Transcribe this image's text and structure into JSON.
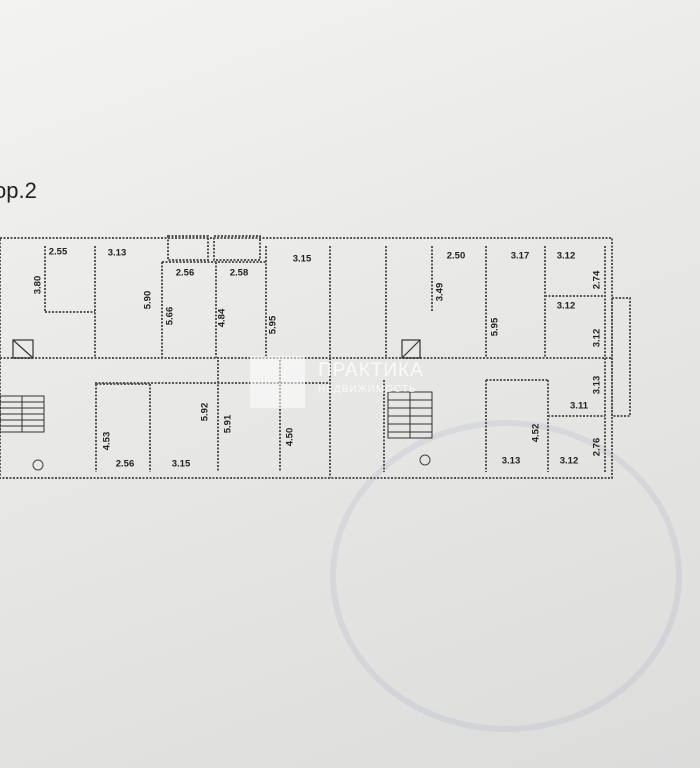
{
  "title": "ор.2",
  "watermark": {
    "line1": "ПРАКТИКА",
    "line2": "НЕДВИЖИМОСТЬ"
  },
  "dimensions": [
    "2.55",
    "3.13",
    "2.56",
    "2.58",
    "3.15",
    "2.50",
    "3.17",
    "3.12",
    "3.12",
    "3.80",
    "5.90",
    "5.66",
    "4.84",
    "5.95",
    "3.49",
    "5.95",
    "2.74",
    "3.12",
    "3.13",
    "3.11",
    "4.53",
    "2.56",
    "3.15",
    "5.92",
    "5.91",
    "4.50",
    "4.52",
    "3.13",
    "3.12",
    "2.76"
  ],
  "colors": {
    "wall": "#555555",
    "paper": "#eeeeec"
  }
}
